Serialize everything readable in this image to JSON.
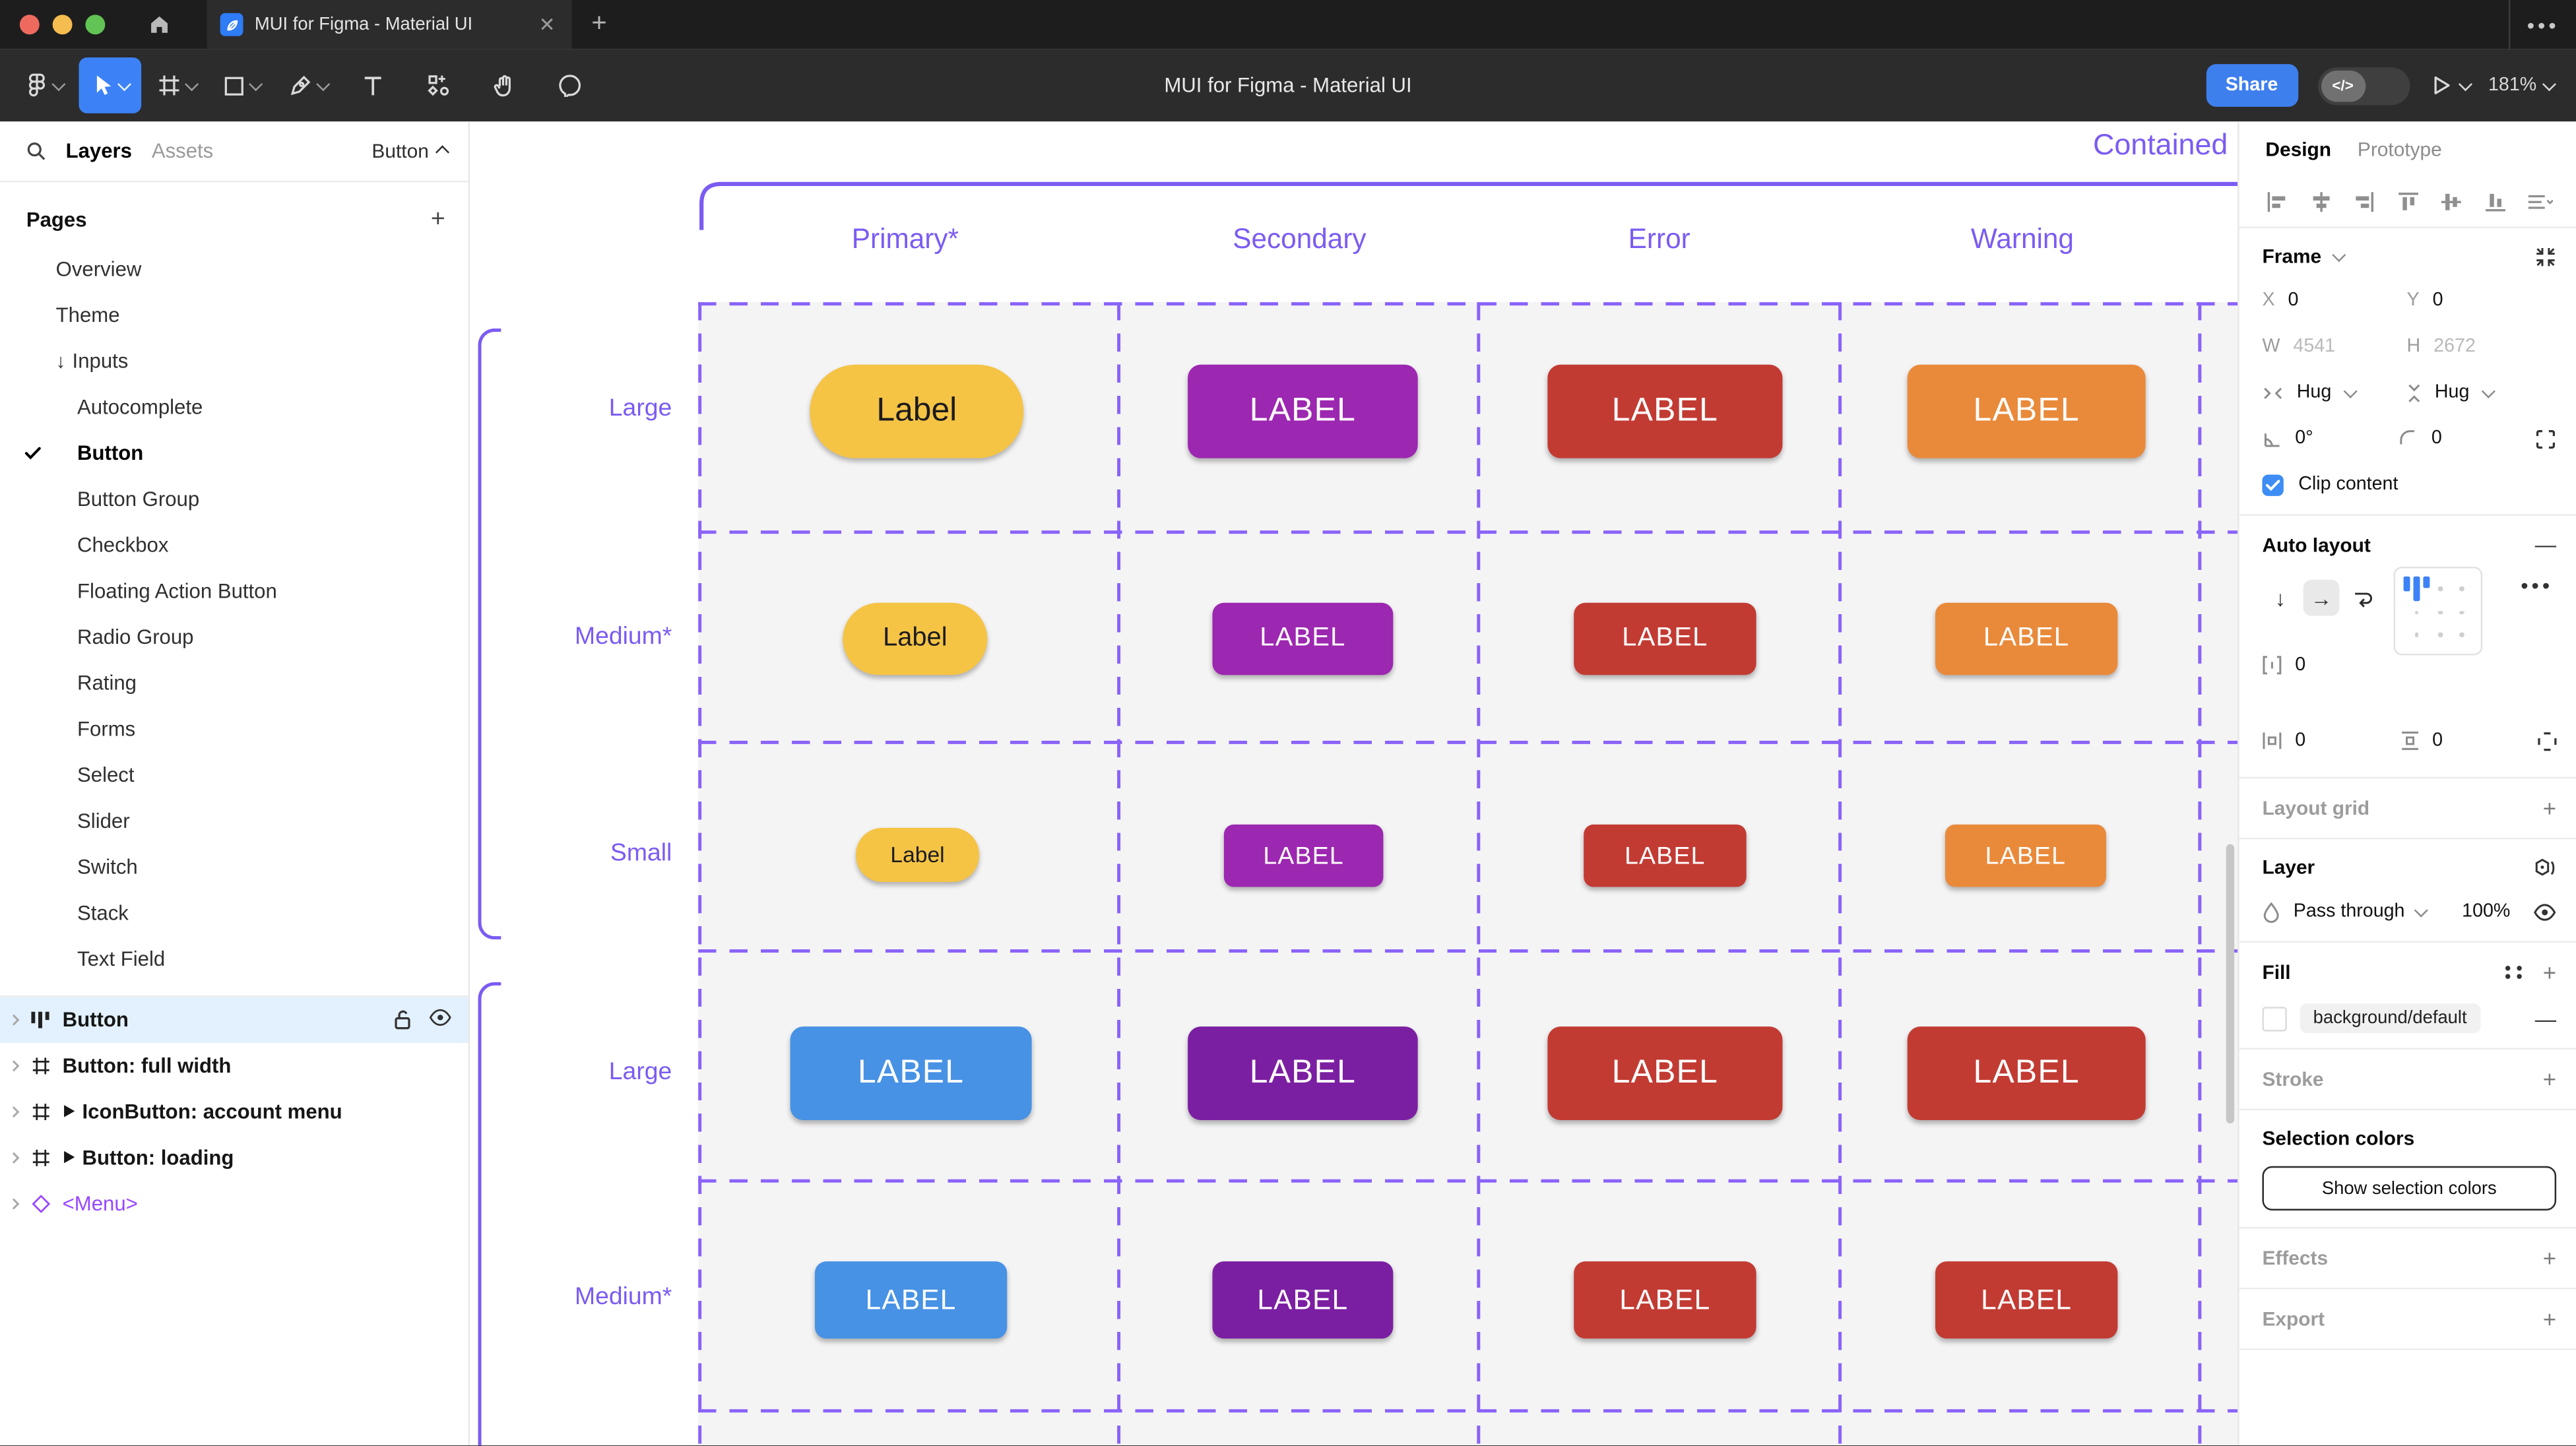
{
  "colors": {
    "mac_red": "#ee6a5f",
    "mac_yellow": "#f5bd4f",
    "mac_green": "#61c454",
    "accent_blue": "#3c82f6",
    "figma_purple": "#7b5bf2",
    "dash_purple": "#8a63f8",
    "selection_blue": "#e3f1fe",
    "component_purple": "#9747ff",
    "checkbox_blue": "#3d8df5",
    "share_blue": "#3e7fee",
    "favicon_blue": "#2e7cf6"
  },
  "window": {
    "tab_title": "MUI for Figma - Material UI",
    "close_glyph": "✕",
    "new_tab_glyph": "+",
    "overflow_glyph": "•••"
  },
  "toolbar": {
    "title": "MUI for Figma - Material UI",
    "share_label": "Share",
    "dev_toggle_glyph": "</>",
    "zoom_level": "181%",
    "tools": [
      {
        "name": "main-menu-icon",
        "chevron": true
      },
      {
        "name": "move-tool-icon",
        "selected": true,
        "chevron": true
      },
      {
        "name": "frame-tool-icon",
        "chevron": true
      },
      {
        "name": "shape-tool-icon",
        "chevron": true
      },
      {
        "name": "pen-tool-icon",
        "chevron": true
      },
      {
        "name": "text-tool-icon"
      },
      {
        "name": "actions-tool-icon"
      },
      {
        "name": "hand-tool-icon"
      },
      {
        "name": "comment-tool-icon"
      }
    ]
  },
  "sidebar": {
    "tabs": [
      {
        "label": "Layers",
        "active": true
      },
      {
        "label": "Assets",
        "active": false
      }
    ],
    "page_selector": "Button",
    "pages_header": "Pages",
    "pages": [
      {
        "label": "Overview",
        "indent": 0
      },
      {
        "label": "Theme",
        "indent": 0
      },
      {
        "label": "Inputs",
        "indent": 0,
        "arrow": "↓"
      },
      {
        "label": "Autocomplete",
        "indent": 1
      },
      {
        "label": "Button",
        "indent": 1,
        "current": true
      },
      {
        "label": "Button Group",
        "indent": 1
      },
      {
        "label": "Checkbox",
        "indent": 1
      },
      {
        "label": "Floating Action Button",
        "indent": 1
      },
      {
        "label": "Radio Group",
        "indent": 1
      },
      {
        "label": "Rating",
        "indent": 1
      },
      {
        "label": "Forms",
        "indent": 1
      },
      {
        "label": "Select",
        "indent": 1
      },
      {
        "label": "Slider",
        "indent": 1
      },
      {
        "label": "Switch",
        "indent": 1
      },
      {
        "label": "Stack",
        "indent": 1
      },
      {
        "label": "Text Field",
        "indent": 1
      }
    ],
    "layers": [
      {
        "label": "Button",
        "icon": "auto-layout-icon",
        "selected": true,
        "trailing": [
          "unlock-icon",
          "eye-icon"
        ]
      },
      {
        "label": "Button: full width",
        "icon": "frame-icon"
      },
      {
        "label": "IconButton: account menu",
        "icon": "frame-icon",
        "play": true
      },
      {
        "label": "Button: loading",
        "icon": "frame-icon",
        "play": true
      },
      {
        "label": "<Menu>",
        "icon": "instance-icon",
        "instance": true
      }
    ]
  },
  "canvas": {
    "section_title": "Contained",
    "column_headers": [
      "Primary*",
      "Secondary",
      "Error",
      "Warning"
    ],
    "groups": [
      {
        "rows": [
          {
            "label": "Large",
            "buttons": [
              {
                "text": "Label",
                "bg": "#f5c445",
                "fg": "#1c1b1f"
              },
              {
                "text": "LABEL",
                "bg": "#9c27b0",
                "fg": "#ffffff"
              },
              {
                "text": "LABEL",
                "bg": "#c23b33",
                "fg": "#ffffff"
              },
              {
                "text": "LABEL",
                "bg": "#e98a3b",
                "fg": "#ffffff"
              }
            ]
          },
          {
            "label": "Medium*",
            "buttons": [
              {
                "text": "Label",
                "bg": "#f5c445",
                "fg": "#1c1b1f"
              },
              {
                "text": "LABEL",
                "bg": "#9c27b0",
                "fg": "#ffffff"
              },
              {
                "text": "LABEL",
                "bg": "#c23b33",
                "fg": "#ffffff"
              },
              {
                "text": "LABEL",
                "bg": "#e98a3b",
                "fg": "#ffffff"
              }
            ]
          },
          {
            "label": "Small",
            "buttons": [
              {
                "text": "Label",
                "bg": "#f5c445",
                "fg": "#1c1b1f"
              },
              {
                "text": "LABEL",
                "bg": "#9c27b0",
                "fg": "#ffffff"
              },
              {
                "text": "LABEL",
                "bg": "#c23b33",
                "fg": "#ffffff"
              },
              {
                "text": "LABEL",
                "bg": "#e98a3b",
                "fg": "#ffffff"
              }
            ]
          }
        ]
      },
      {
        "rows": [
          {
            "label": "Large",
            "buttons": [
              {
                "text": "LABEL",
                "bg": "#4792e4",
                "fg": "#ffffff"
              },
              {
                "text": "LABEL",
                "bg": "#7b1fa2",
                "fg": "#ffffff"
              },
              {
                "text": "LABEL",
                "bg": "#c23b33",
                "fg": "#ffffff"
              },
              {
                "text": "LABEL",
                "bg": "#c23b33",
                "fg": "#ffffff"
              }
            ]
          },
          {
            "label": "Medium*",
            "buttons": [
              {
                "text": "LABEL",
                "bg": "#4792e4",
                "fg": "#ffffff"
              },
              {
                "text": "LABEL",
                "bg": "#7b1fa2",
                "fg": "#ffffff"
              },
              {
                "text": "LABEL",
                "bg": "#c23b33",
                "fg": "#ffffff"
              },
              {
                "text": "LABEL",
                "bg": "#c23b33",
                "fg": "#ffffff"
              }
            ]
          }
        ]
      }
    ]
  },
  "inspector": {
    "tabs": [
      {
        "label": "Design",
        "active": true
      },
      {
        "label": "Prototype",
        "active": false
      }
    ],
    "frame": {
      "title": "Frame",
      "x_label": "X",
      "x": "0",
      "y_label": "Y",
      "y": "0",
      "w_label": "W",
      "w": "4541",
      "h_label": "H",
      "h": "2672",
      "hug_h": "Hug",
      "hug_v": "Hug",
      "rotation": "0°",
      "corner_radius": "0",
      "clip_label": "Clip content",
      "clip_checked": true
    },
    "auto_layout": {
      "title": "Auto layout",
      "gap": "0",
      "pad_h": "0",
      "pad_v": "0"
    },
    "layout_grid": {
      "title": "Layout grid"
    },
    "layer": {
      "title": "Layer",
      "blend_mode": "Pass through",
      "opacity": "100%"
    },
    "fill": {
      "title": "Fill",
      "style_name": "background/default",
      "remove_glyph": "—"
    },
    "stroke": {
      "title": "Stroke"
    },
    "selection_colors": {
      "title": "Selection colors",
      "button_label": "Show selection colors"
    },
    "effects": {
      "title": "Effects"
    },
    "export": {
      "title": "Export"
    }
  }
}
